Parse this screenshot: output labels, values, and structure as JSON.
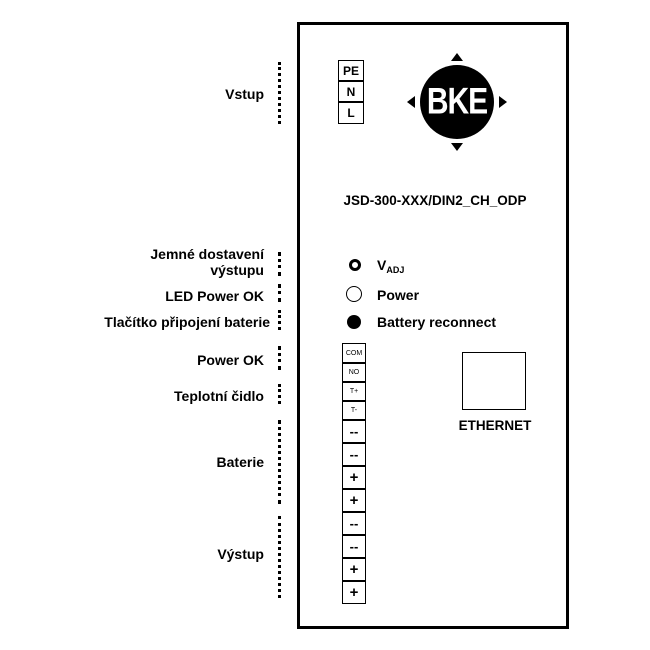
{
  "left_labels": [
    {
      "id": "vstup",
      "text": "Vstup"
    },
    {
      "id": "jemne1",
      "text": "Jemné dostavení"
    },
    {
      "id": "jemne2",
      "text": "výstupu"
    },
    {
      "id": "led",
      "text": "LED Power OK"
    },
    {
      "id": "tlacitko",
      "text": "Tlačítko připojení baterie"
    },
    {
      "id": "powerok",
      "text": "Power OK"
    },
    {
      "id": "teplotni",
      "text": "Teplotní čidlo"
    },
    {
      "id": "baterie",
      "text": "Baterie"
    },
    {
      "id": "vystup",
      "text": "Výstup"
    }
  ],
  "input_terminals": [
    "PE",
    "N",
    "L"
  ],
  "logo": {
    "text": "BKE"
  },
  "model": "JSD-300-XXX/DIN2_CH_ODP",
  "indicators": {
    "vadj_main": "V",
    "vadj_sub": "ADJ",
    "power": "Power",
    "battery": "Battery reconnect"
  },
  "signal_terminals": [
    "COM",
    "NO",
    "T+",
    "T-"
  ],
  "battery_terminals": [
    "--",
    "--",
    "+",
    "+"
  ],
  "output_terminals": [
    "--",
    "--",
    "+",
    "+"
  ],
  "ethernet": {
    "label": "ETHERNET"
  }
}
